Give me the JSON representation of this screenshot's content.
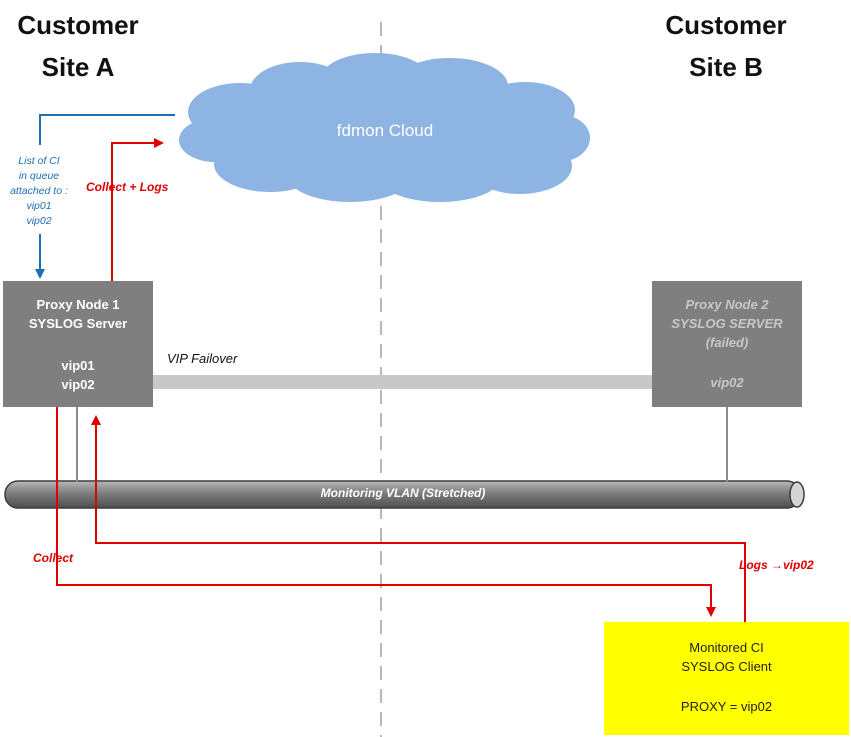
{
  "site_a": {
    "line1": "Customer",
    "line2": "Site A"
  },
  "site_b": {
    "line1": "Customer",
    "line2": "Site B"
  },
  "cloud": {
    "label": "fdmon Cloud",
    "color": "#8eb4e3"
  },
  "ci_list_note": [
    "List of CI",
    "in queue",
    "attached to :",
    "vip01",
    "vip02"
  ],
  "labels": {
    "collect_logs": "Collect + Logs",
    "collect": "Collect",
    "logs_vip02": "Logs →vip02",
    "vip_failover": "VIP Failover",
    "vlan": "Monitoring VLAN (Stretched)"
  },
  "proxy1": {
    "line1": "Proxy Node 1",
    "line2": "SYSLOG Server",
    "vip1": "vip01",
    "vip2": "vip02"
  },
  "proxy2": {
    "line1": "Proxy Node 2",
    "line2": "SYSLOG SERVER",
    "line3": "(failed)",
    "vip": "vip02"
  },
  "ci": {
    "line1": "Monitored CI",
    "line2": "SYSLOG Client",
    "proxy": "PROXY = vip02",
    "color": "#ffff00"
  },
  "colors": {
    "red_arrow": "#e00000",
    "blue_arrow": "#1f6fb4",
    "node_gray": "#7f7f7f",
    "failover_arrow": "#c8c8c8"
  }
}
